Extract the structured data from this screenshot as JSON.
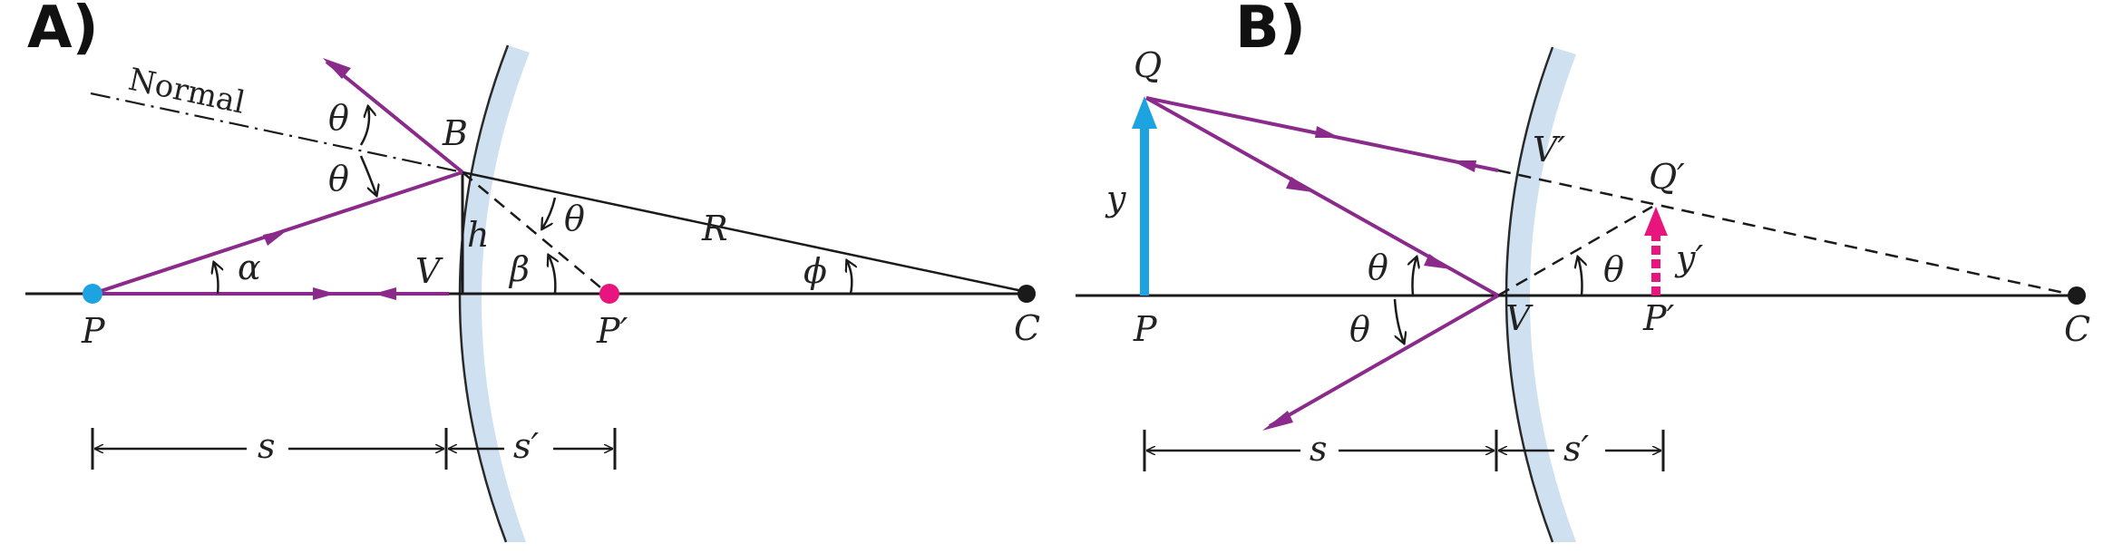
{
  "panels": {
    "a": {
      "label": "A)",
      "normal": "Normal",
      "points": {
        "P": "P",
        "P_prime": "P′",
        "V": "V",
        "B": "B",
        "C": "C"
      },
      "lengths": {
        "h": "h",
        "R": "R",
        "s": "s",
        "s_prime": "s′"
      },
      "angles": {
        "theta_upper": "θ",
        "theta_lower": "θ",
        "theta_center": "θ",
        "alpha": "α",
        "beta": "β",
        "phi": "ϕ"
      }
    },
    "b": {
      "label": "B)",
      "points": {
        "Q": "Q",
        "Q_prime": "Q′",
        "V_prime": "V′",
        "P": "P",
        "V": "V",
        "P_prime": "P′",
        "C": "C"
      },
      "lengths": {
        "y": "y",
        "y_prime": "y′",
        "s": "s",
        "s_prime": "s′"
      },
      "angles": {
        "theta_1": "θ",
        "theta_2": "θ",
        "theta_3": "θ"
      }
    }
  },
  "colors": {
    "ray": "#8a2a8a",
    "object_arrow": "#1ca3e0",
    "image_arrow": "#e8157f",
    "object_point": "#1ca3e0",
    "image_point": "#e8157f",
    "center_point": "#1a1a1a",
    "mirror": "#cfe0f0"
  }
}
